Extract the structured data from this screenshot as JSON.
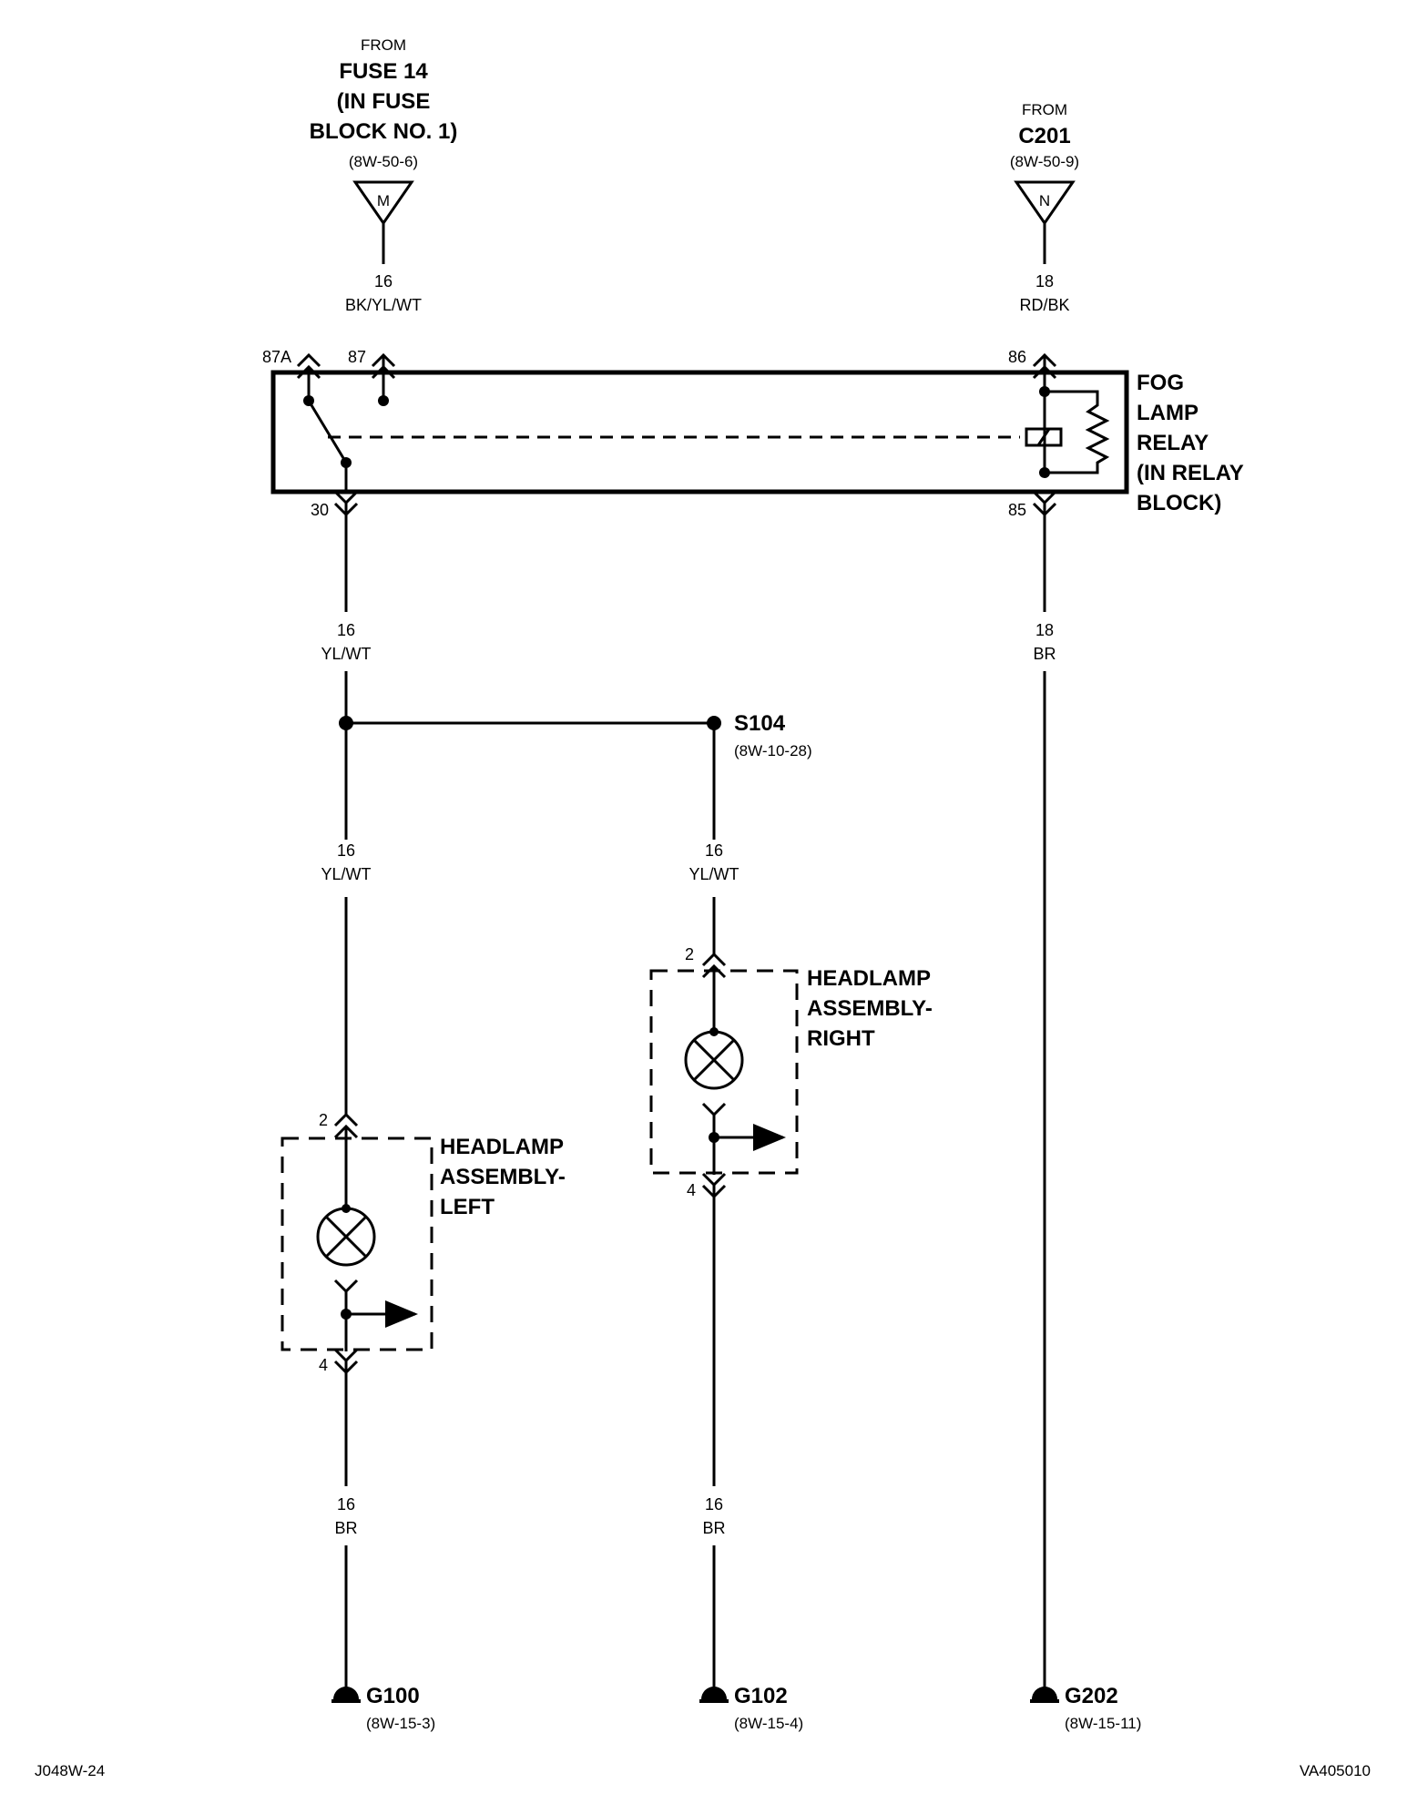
{
  "sources": {
    "fuse": {
      "from": "FROM",
      "lines": [
        "FUSE 14",
        "(IN FUSE",
        "BLOCK NO. 1)"
      ],
      "ref": "(8W-50-6)",
      "connector": "M"
    },
    "c201": {
      "from": "FROM",
      "lines": [
        "C201"
      ],
      "ref": "(8W-50-9)",
      "connector": "N"
    }
  },
  "wires": {
    "fuse_feed": {
      "gauge": "16",
      "color": "BK/YL/WT"
    },
    "c201_feed": {
      "gauge": "18",
      "color": "RD/BK"
    },
    "relay_out": {
      "gauge": "16",
      "color": "YL/WT"
    },
    "relay_ground": {
      "gauge": "18",
      "color": "BR"
    },
    "left_feed": {
      "gauge": "16",
      "color": "YL/WT"
    },
    "right_feed": {
      "gauge": "16",
      "color": "YL/WT"
    },
    "left_ground": {
      "gauge": "16",
      "color": "BR"
    },
    "right_ground": {
      "gauge": "16",
      "color": "BR"
    }
  },
  "relay": {
    "lines": [
      "FOG",
      "LAMP",
      "RELAY",
      "(IN RELAY",
      "BLOCK)"
    ],
    "pins": {
      "p87a": "87A",
      "p87": "87",
      "p86": "86",
      "p30": "30",
      "p85": "85"
    }
  },
  "splice": {
    "name": "S104",
    "ref": "(8W-10-28)"
  },
  "headlamp_left": {
    "lines": [
      "HEADLAMP",
      "ASSEMBLY-",
      "LEFT"
    ],
    "pin_in": "2",
    "pin_out": "4"
  },
  "headlamp_right": {
    "lines": [
      "HEADLAMP",
      "ASSEMBLY-",
      "RIGHT"
    ],
    "pin_in": "2",
    "pin_out": "4"
  },
  "grounds": [
    {
      "name": "G100",
      "ref": "(8W-15-3)"
    },
    {
      "name": "G102",
      "ref": "(8W-15-4)"
    },
    {
      "name": "G202",
      "ref": "(8W-15-11)"
    }
  ],
  "footer": {
    "left_code": "J048W-24",
    "right_code": "VA405010"
  }
}
